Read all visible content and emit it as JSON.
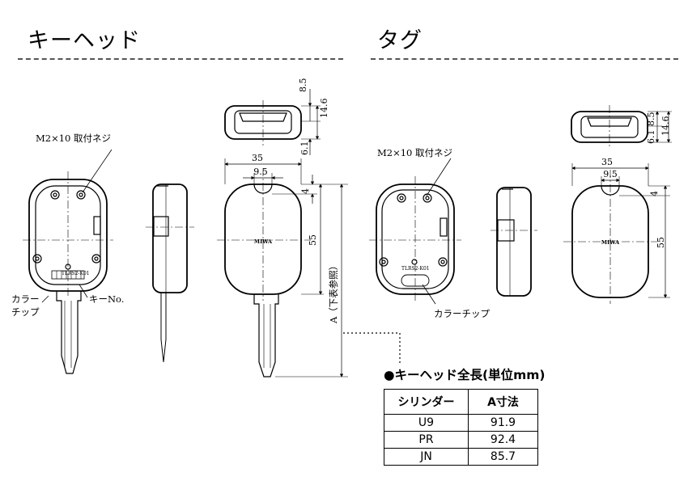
{
  "sections": {
    "keyhead_title": "キーヘッド",
    "tag_title": "タグ"
  },
  "labels": {
    "screw_key": "M2×10 取付ネジ",
    "screw_tag": "M2×10 取付ネジ",
    "color_chip_line1": "カラー",
    "color_chip_line2": "チップ",
    "key_no": "キーNo.",
    "color_chip_tag": "カラーチップ",
    "model_key": "TLRS2-K01",
    "model_tag": "TLRS2-K01",
    "brand_key": "MIWA",
    "brand_tag": "MIWA",
    "a_reference": "A（下表参照）"
  },
  "dimensions": {
    "key": {
      "width": "35",
      "inner": "9.5",
      "top": "4",
      "height": "55",
      "t1": "8.5",
      "t2": "14.6",
      "t3": "6.1"
    },
    "tag": {
      "width": "35",
      "inner": "9.5",
      "top": "4",
      "height": "55",
      "t1": "6.1",
      "t2": "8.5",
      "t3": "14.6"
    }
  },
  "table": {
    "title": "●キーヘッド全長(単位mm)",
    "headers": [
      "シリンダー",
      "A寸法"
    ],
    "rows": [
      {
        "cylinder": "U9",
        "a": "91.9"
      },
      {
        "cylinder": "PR",
        "a": "92.4"
      },
      {
        "cylinder": "JN",
        "a": "85.7"
      }
    ]
  }
}
